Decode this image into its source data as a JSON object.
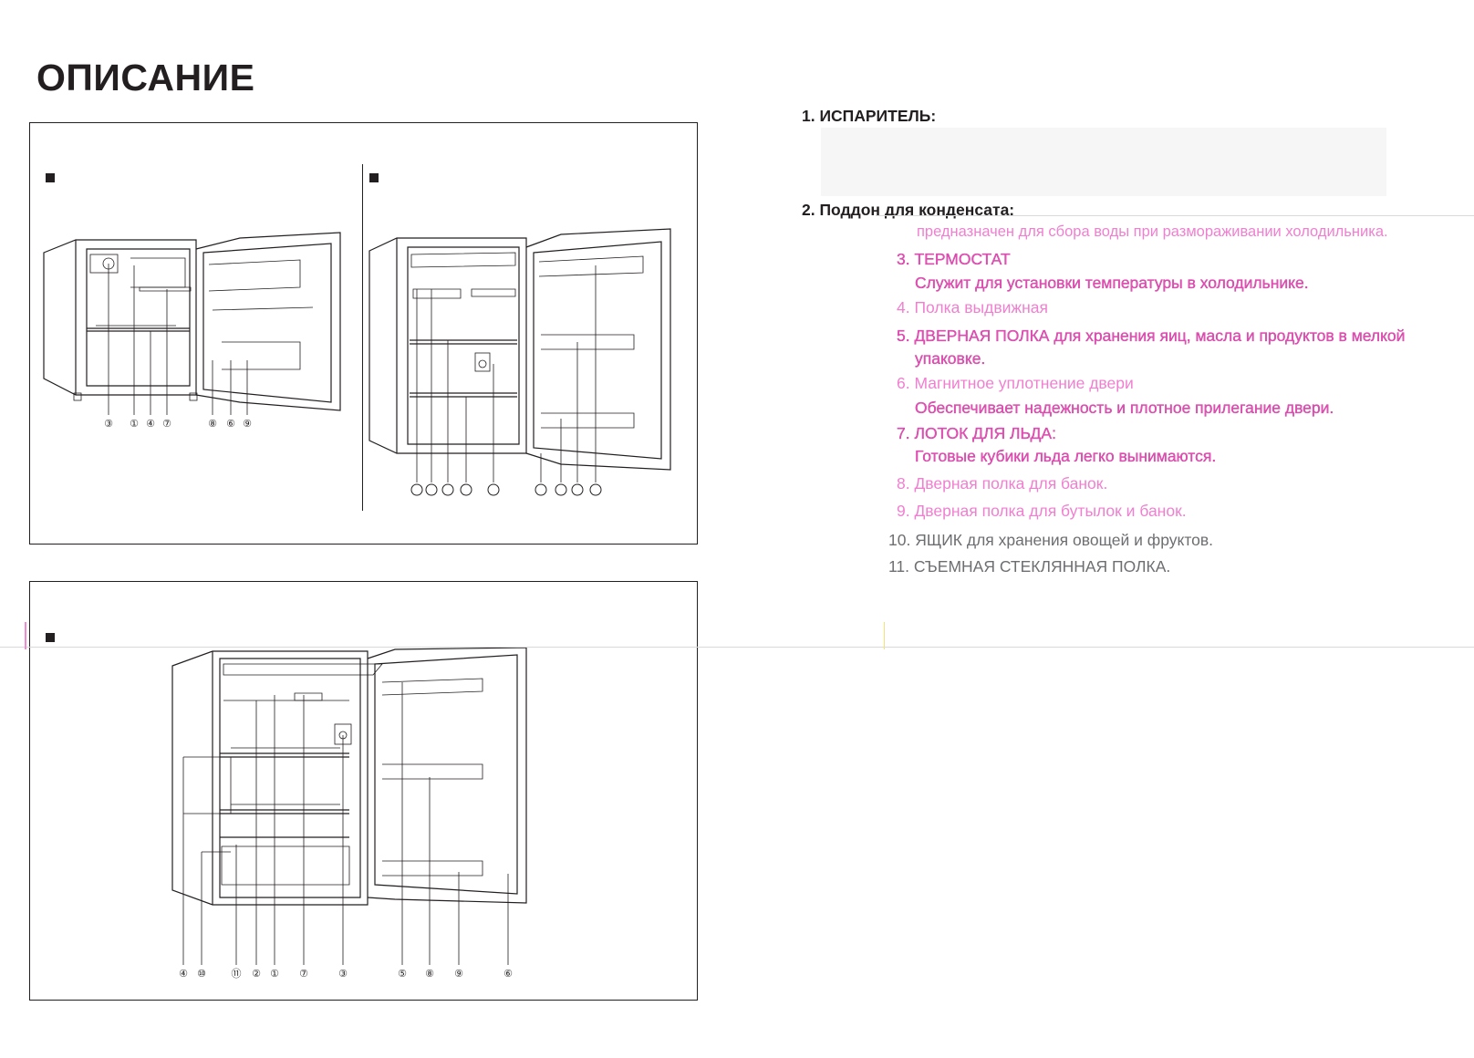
{
  "page": {
    "title": "ОПИСАНИЕ"
  },
  "figures": {
    "top_left_callouts": [
      "③",
      "①",
      "④",
      "⑦",
      "⑧",
      "⑥",
      "⑨"
    ],
    "bottom_callouts": [
      "④",
      "⑩",
      "⑪",
      "②",
      "①",
      "⑦",
      "③",
      "⑤",
      "⑧",
      "⑨",
      "⑥"
    ]
  },
  "descriptions": {
    "item1": "1. ИСПАРИТЕЛЬ:",
    "item2": "2. Поддон для конденсата:",
    "item2_text": "предназначен для сбора воды при размораживании холодильника.",
    "item3": "3. ТЕРМОСТАТ",
    "item3_text": "Служит для установки температуры в холодильнике.",
    "item4": "4. Полка выдвижная",
    "item5": "5. ДВЕРНАЯ ПОЛКА для хранения яиц, масла и продуктов в мелкой",
    "item5_cont": "упаковке.",
    "item6": "6. Магнитное уплотнение двери",
    "item6_text": "Обеспечивает надежность и плотное прилегание двери.",
    "item7": "7. ЛОТОК ДЛЯ ЛЬДА:",
    "item7_text": "Готовые кубики льда легко вынимаются.",
    "item8": "8. Дверная полка для банок.",
    "item9": "9. Дверная полка для бутылок и банок.",
    "item10": "10. ЯЩИК для хранения овощей и фруктов.",
    "item11": "11. СЪЕМНАЯ СТЕКЛЯННАЯ ПОЛКА."
  },
  "colors": {
    "ink": "#231f20",
    "pink": "#e54fb8",
    "grey": "#6d6e71"
  }
}
